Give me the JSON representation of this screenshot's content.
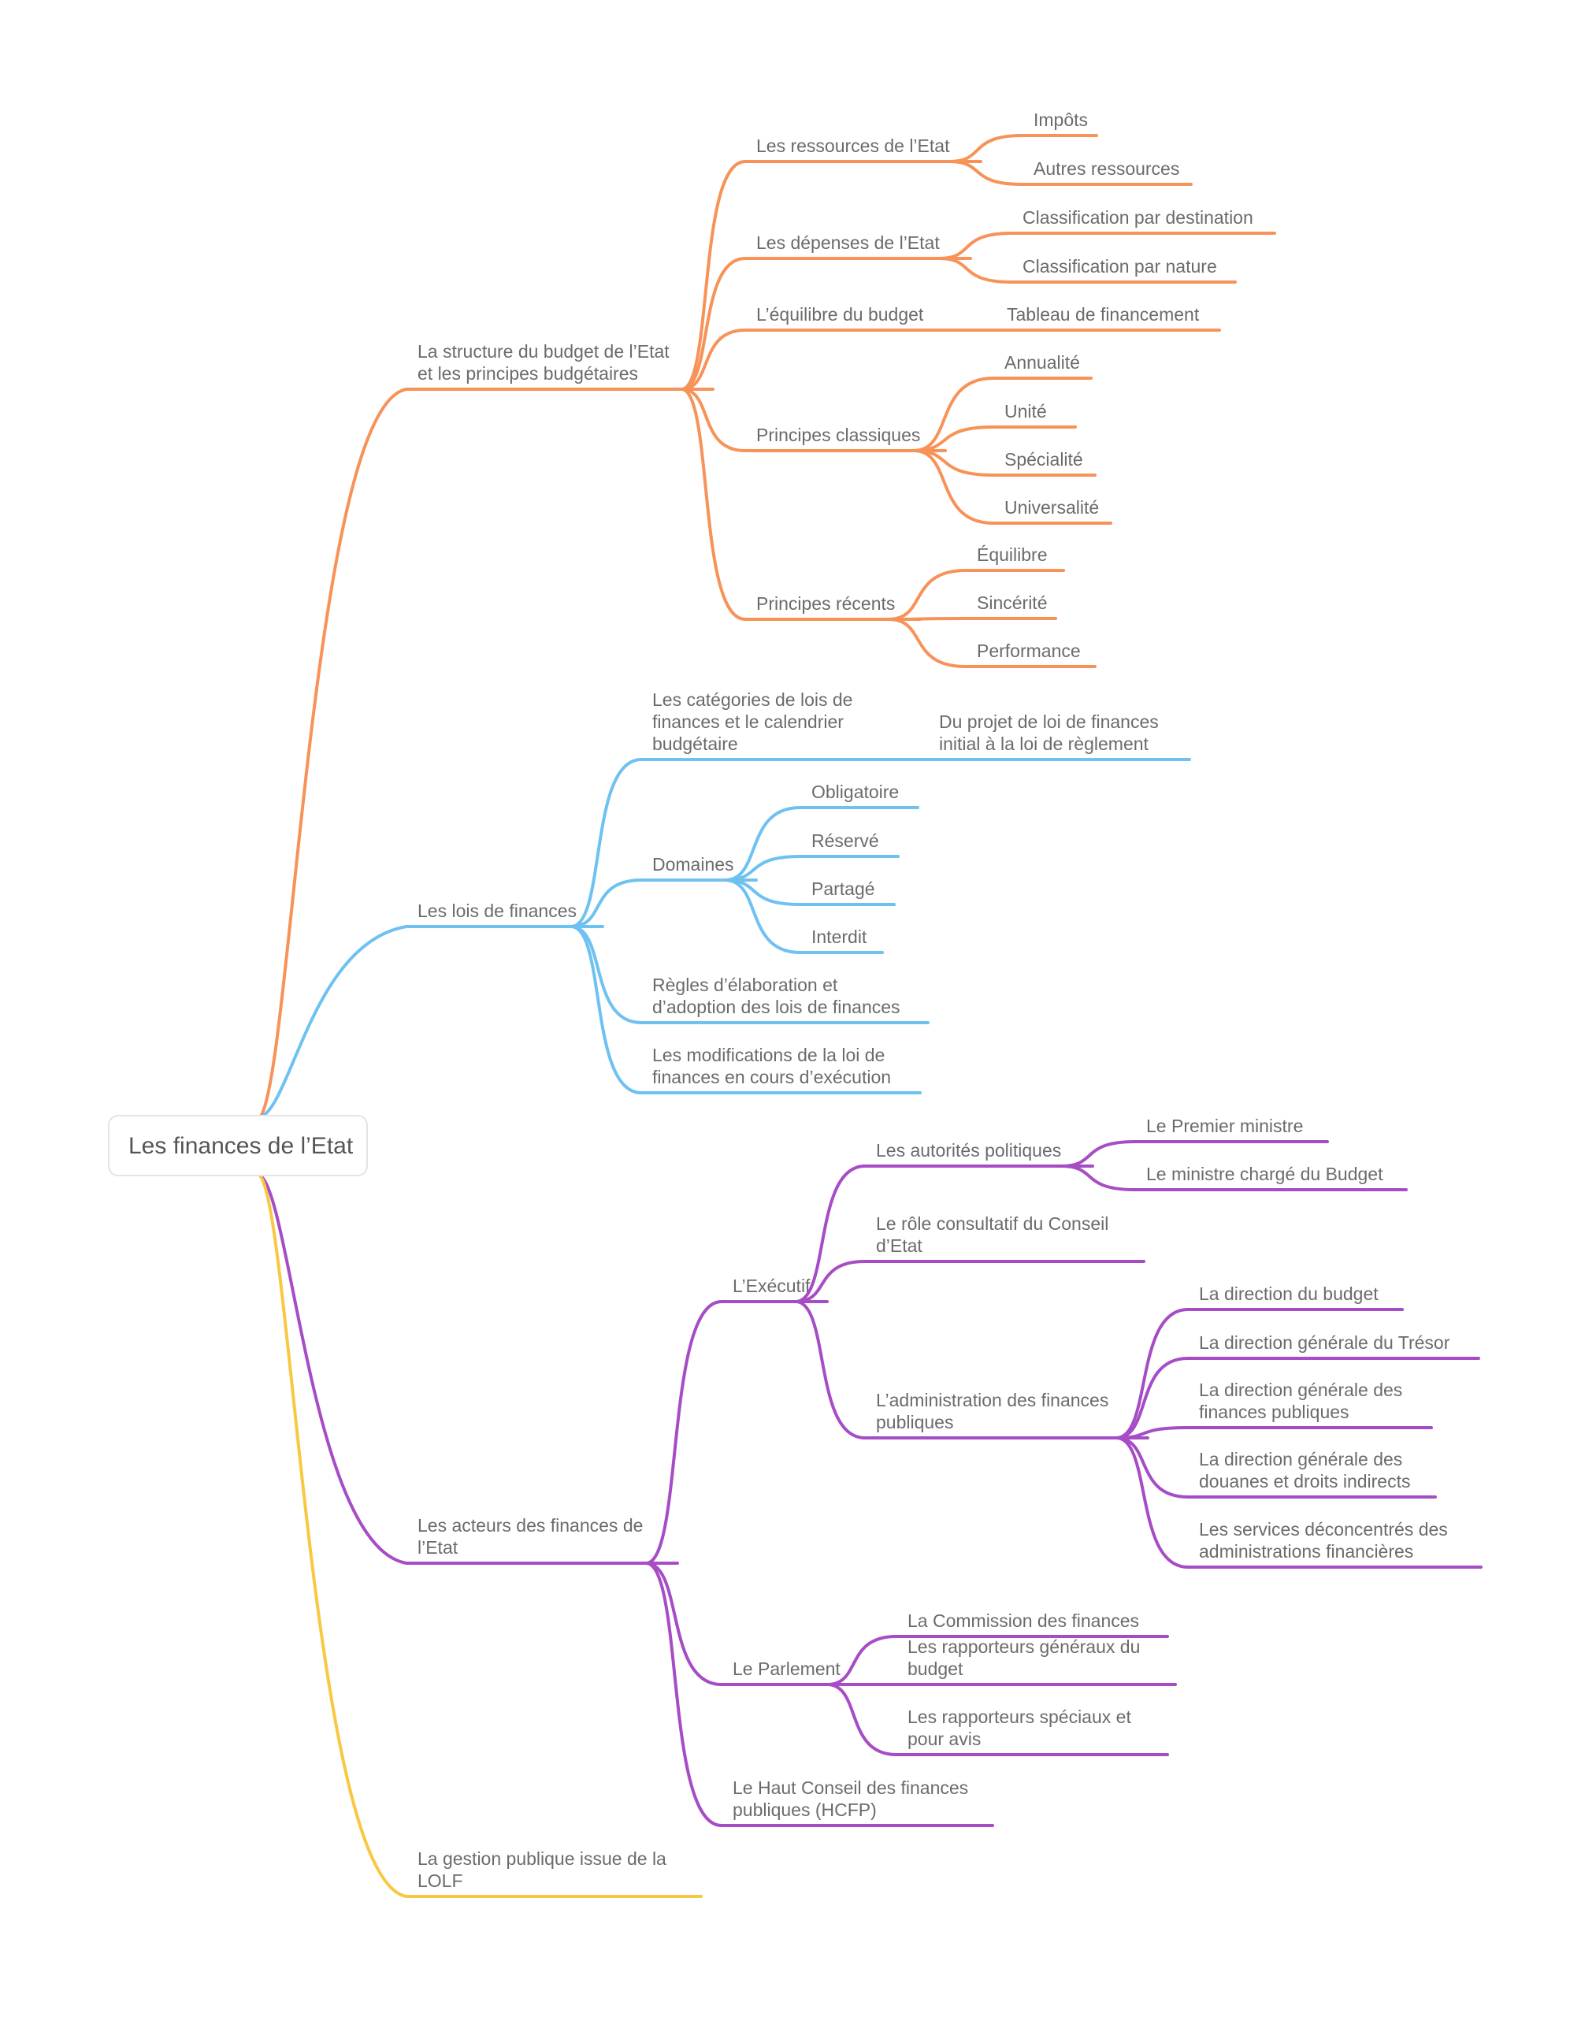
{
  "root": {
    "label": "Les finances de l’Etat",
    "label_color": "#555555"
  },
  "colors": {
    "orange": "#F79258",
    "blue": "#6EC1F1",
    "purple": "#A64DC6",
    "yellow": "#F9C843",
    "label_orange": "#D8742F",
    "label_blue": "#3F83B8",
    "label_purple": "#8D46A8",
    "label_yellow": "#B8860B"
  },
  "branches": [
    {
      "label": "La structure du budget de l’Etat et les principes budgétaires",
      "lines": [
        "La structure du budget de l’Etat",
        "et les principes budgétaires"
      ],
      "color": "orange",
      "children": [
        {
          "lines": [
            "Les ressources de l’Etat"
          ],
          "children": [
            {
              "lines": [
                "Impôts"
              ]
            },
            {
              "lines": [
                "Autres ressources"
              ]
            }
          ]
        },
        {
          "lines": [
            "Les dépenses de l’Etat"
          ],
          "children": [
            {
              "lines": [
                "Classification par destination"
              ]
            },
            {
              "lines": [
                "Classification par nature"
              ]
            }
          ]
        },
        {
          "lines": [
            "L’équilibre du budget"
          ],
          "children": [
            {
              "lines": [
                "Tableau de financement"
              ]
            }
          ]
        },
        {
          "lines": [
            "Principes classiques"
          ],
          "children": [
            {
              "lines": [
                "Annualité"
              ]
            },
            {
              "lines": [
                "Unité"
              ]
            },
            {
              "lines": [
                "Spécialité"
              ]
            },
            {
              "lines": [
                "Universalité"
              ]
            }
          ]
        },
        {
          "lines": [
            "Principes récents"
          ],
          "children": [
            {
              "lines": [
                "Équilibre"
              ]
            },
            {
              "lines": [
                "Sincérité"
              ]
            },
            {
              "lines": [
                "Performance"
              ]
            }
          ]
        }
      ]
    },
    {
      "label": "Les lois de finances",
      "lines": [
        "Les lois de finances"
      ],
      "color": "blue",
      "children": [
        {
          "lines": [
            "Les catégories de lois de",
            "finances et le calendrier",
            "budgétaire"
          ],
          "children": [
            {
              "lines": [
                "Du projet de loi de finances",
                "initial à la loi de règlement"
              ]
            }
          ]
        },
        {
          "lines": [
            "Domaines"
          ],
          "children": [
            {
              "lines": [
                "Obligatoire"
              ]
            },
            {
              "lines": [
                "Réservé"
              ]
            },
            {
              "lines": [
                "Partagé"
              ]
            },
            {
              "lines": [
                "Interdit"
              ]
            }
          ]
        },
        {
          "lines": [
            "Règles d’élaboration et",
            "d’adoption des lois de finances"
          ]
        },
        {
          "lines": [
            "Les modifications de la loi de",
            "finances en cours d’exécution"
          ]
        }
      ]
    },
    {
      "label": "Les acteurs des finances de l’Etat",
      "lines": [
        "Les acteurs des finances de",
        "l’Etat"
      ],
      "color": "purple",
      "children": [
        {
          "lines": [
            "L’Exécutif"
          ],
          "children": [
            {
              "lines": [
                "Les autorités politiques"
              ],
              "children": [
                {
                  "lines": [
                    "Le Premier ministre"
                  ]
                },
                {
                  "lines": [
                    "Le ministre chargé du Budget"
                  ]
                }
              ]
            },
            {
              "lines": [
                "Le rôle consultatif du Conseil",
                "d’Etat"
              ]
            },
            {
              "lines": [
                "L’administration des finances",
                "publiques"
              ],
              "children": [
                {
                  "lines": [
                    "La direction du budget"
                  ]
                },
                {
                  "lines": [
                    "La direction générale du Trésor"
                  ]
                },
                {
                  "lines": [
                    "La direction générale des",
                    "finances publiques"
                  ]
                },
                {
                  "lines": [
                    "La direction générale des",
                    "douanes et droits indirects"
                  ]
                },
                {
                  "lines": [
                    "Les services déconcentrés des",
                    "administrations financières"
                  ]
                }
              ]
            }
          ]
        },
        {
          "lines": [
            "Le Parlement"
          ],
          "children": [
            {
              "lines": [
                "La Commission des finances"
              ]
            },
            {
              "lines": [
                "Les rapporteurs généraux du",
                "budget"
              ]
            },
            {
              "lines": [
                "Les rapporteurs spéciaux et",
                "pour avis"
              ]
            }
          ]
        },
        {
          "lines": [
            "Le Haut Conseil des finances",
            "publiques (HCFP)"
          ]
        }
      ]
    },
    {
      "label": "La gestion publique issue de la LOLF",
      "lines": [
        "La gestion publique issue de la",
        "LOLF"
      ],
      "color": "yellow",
      "children": []
    }
  ]
}
